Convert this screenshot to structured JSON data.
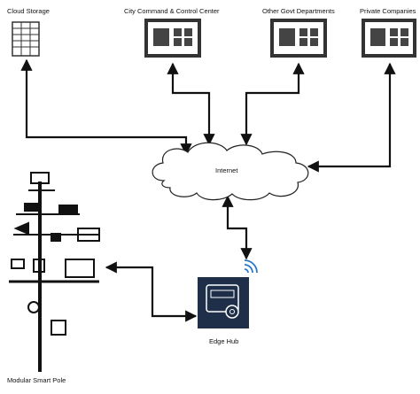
{
  "nodes": {
    "cloud_storage": {
      "label": "Cloud Storage",
      "icon": "server-rack-icon"
    },
    "city_command": {
      "label": "City Command & Control Center",
      "icon": "dashboard-monitor-icon"
    },
    "other_govt": {
      "label": "Other Govt Departments",
      "icon": "dashboard-monitor-icon"
    },
    "private_companies": {
      "label": "Private Companies",
      "icon": "dashboard-monitor-icon"
    },
    "internet": {
      "label": "Internet",
      "icon": "cloud-icon"
    },
    "edge_hub": {
      "label": "Edge Hub",
      "icon": "edge-device-icon"
    },
    "smart_pole": {
      "label": "Modular Smart Pole",
      "icon": "smart-pole-icon"
    }
  },
  "edges": [
    {
      "from": "internet",
      "to": "cloud_storage",
      "arrows": "both"
    },
    {
      "from": "internet",
      "to": "city_command",
      "arrows": "both"
    },
    {
      "from": "internet",
      "to": "other_govt",
      "arrows": "both"
    },
    {
      "from": "internet",
      "to": "private_companies",
      "arrows": "both"
    },
    {
      "from": "internet",
      "to": "edge_hub",
      "arrows": "both"
    },
    {
      "from": "edge_hub",
      "to": "smart_pole",
      "arrows": "both"
    }
  ],
  "colors": {
    "line": "#111111",
    "edge_hub_fill": "#1f2f4a",
    "wifi": "#2a78c8",
    "monitor_fill": "#444444",
    "cloud_fill": "#ffffff"
  }
}
